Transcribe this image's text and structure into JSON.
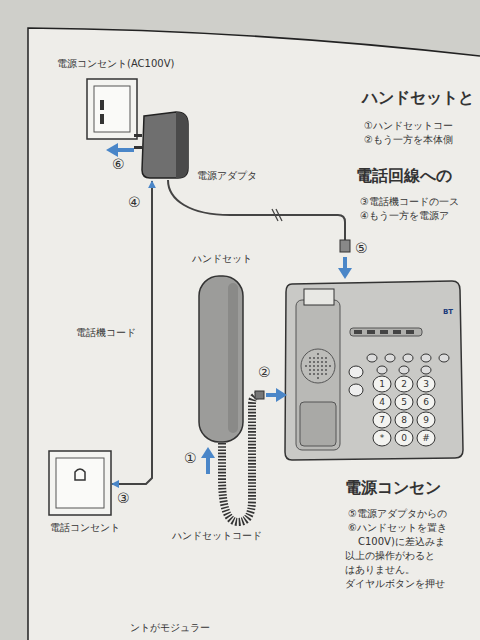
{
  "diagram": {
    "nodes": [
      {
        "text": [
          "電源コンセント(AC100V)"
        ]
      },
      {
        "text": [
          "電源アダプタ"
        ]
      },
      {
        "text": [
          "ハンドセット"
        ]
      },
      {
        "text": [
          "電話コンセント"
        ]
      }
    ],
    "edges": [
      {
        "from": 3,
        "to": 1,
        "label": "電話機コード",
        "arrow": "both"
      }
    ],
    "labels": [
      "⑥",
      "④",
      "⑤",
      "②",
      "①",
      "③",
      "ハンドセットコード",
      "BT",
      "1",
      "2",
      "3",
      "4",
      "5",
      "6",
      "7",
      "8",
      "9",
      "*",
      "0",
      "#",
      "ハンドセットと",
      "①ハンドセットコー",
      "②もう一方を本体側",
      "電話回線への",
      "③電話機コードの一ス",
      "④もう一方を電源ア",
      "電源コンセン",
      "⑤電源アダプタからの",
      "⑥ハンドセットを置き",
      "C100V)に差込みま",
      "以上の操作がわると",
      "はありません。",
      "ダイヤルボタンを押せ",
      "ントがモジュラー"
    ]
  }
}
